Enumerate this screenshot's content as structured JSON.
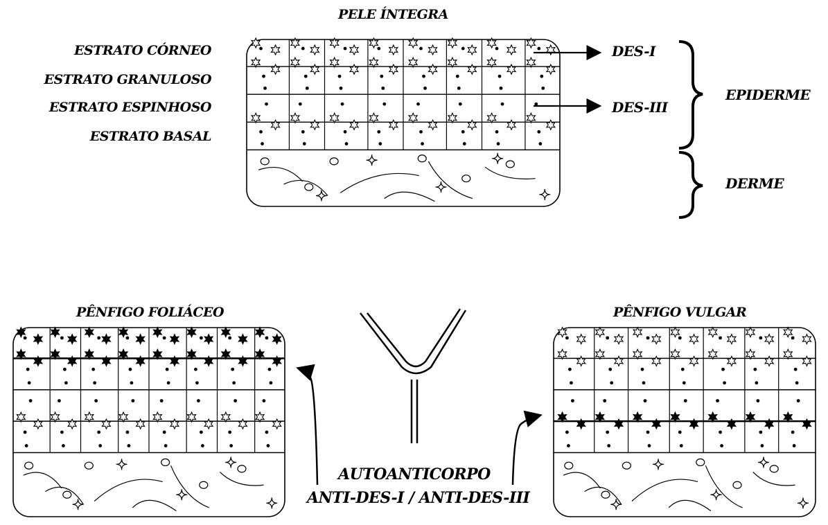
{
  "titles": {
    "intact": "PELE ÍNTEGRA",
    "foliaceus": "PÊNFIGO FOLIÁCEO",
    "vulgaris": "PÊNFIGO VULGAR"
  },
  "layers": {
    "corneum": "ESTRATO CÓRNEO",
    "granulosum": "ESTRATO GRANULOSO",
    "spinosum": "ESTRATO ESPINHOSO",
    "basale": "ESTRATO BASAL"
  },
  "targets": {
    "des1": "DES-I",
    "des3": "DES-III"
  },
  "regions": {
    "epidermis": "EPIDERME",
    "dermis": "DERME"
  },
  "antibody": {
    "line1": "AUTOANTICORPO",
    "line2": "ANTI-DES-I / ANTI-DES-III"
  },
  "colors": {
    "ink": "#000000",
    "background": "#ffffff"
  }
}
